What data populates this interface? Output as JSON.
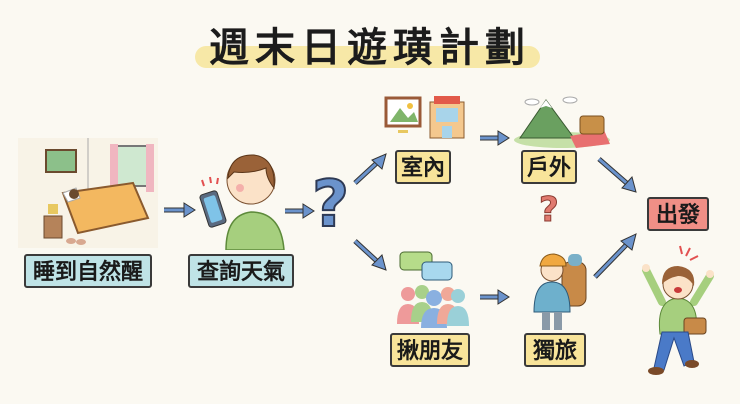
{
  "title": "週末日遊璜計劃",
  "steps": {
    "wake": {
      "label": "睡到自然醒",
      "icon": "bedroom-icon"
    },
    "weather": {
      "label": "查詢天氣",
      "icon": "phone-weather-icon"
    },
    "decision": {
      "symbol": "?",
      "color": "#6b93cc"
    },
    "indoor": {
      "label": "室內",
      "icon": "museum-mall-icon"
    },
    "outdoor": {
      "label": "戶外",
      "icon": "mountain-picnic-icon"
    },
    "friends": {
      "label": "揪朋友",
      "icon": "friends-chat-icon"
    },
    "solo": {
      "label": "獨旅",
      "icon": "backpacker-icon"
    },
    "choice": {
      "symbol": "?",
      "color": "#e07a6f"
    },
    "go": {
      "label": "出發",
      "icon": "cheering-traveler-icon"
    }
  },
  "colors": {
    "background": "#fbf9f2",
    "label_blue": "#bfe3e6",
    "label_yellow": "#f8e49a",
    "label_red": "#f08f86",
    "arrow": "#6b93cc",
    "title_highlight": "#f6e59a"
  }
}
